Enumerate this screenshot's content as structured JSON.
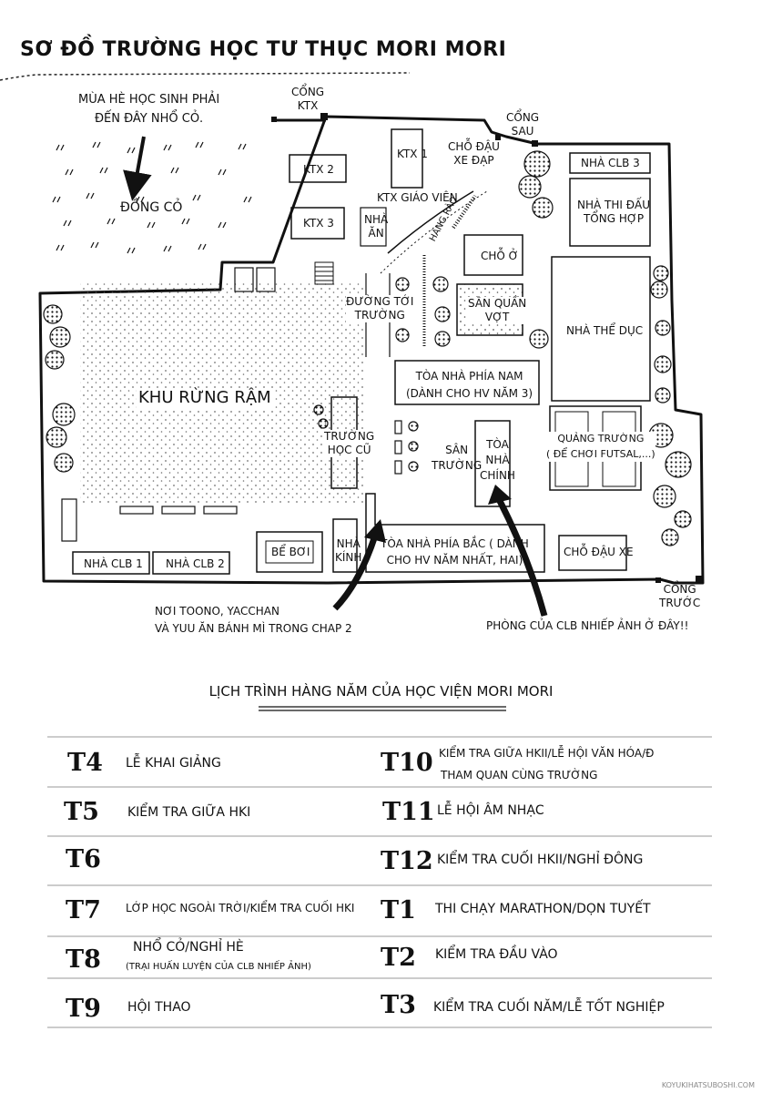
{
  "title": "SƠ ĐỒ TRƯỜNG HỌC TƯ THỤC MORI MORI",
  "map": {
    "gates": {
      "dorm": [
        "CỔNG",
        "KTX"
      ],
      "back": [
        "CỔNG",
        "SAU"
      ],
      "front": [
        "CỔNG",
        "TRƯỚC"
      ]
    },
    "note_grass": [
      "MÙA HÈ HỌC SINH PHẢI",
      "ĐẾN ĐÂY NHỔ CỎ."
    ],
    "grass_field": "ĐỒNG CỎ",
    "buildings": {
      "ktx1": "KTX 1",
      "ktx2": "KTX 2",
      "ktx3": "KTX 3",
      "ktx_teacher": "KTX GIÁO VIÊN",
      "dining": [
        "NHÀ",
        "ĂN"
      ],
      "bike_parking": [
        "CHỖ ĐẬU",
        "XE ĐẠP"
      ],
      "fence": "HÀNG RÀO",
      "housing": "CHỖ Ở",
      "tennis": [
        "SÂN QUẦN",
        "VỢT"
      ],
      "club_house_3": "NHÀ CLB 3",
      "arena": [
        "NHÀ THI ĐẤU",
        "TỔNG HỢP"
      ],
      "gym": "NHÀ THỂ DỤC",
      "road": [
        "ĐƯỜNG TỚI",
        "TRƯỜNG"
      ],
      "south_building": [
        "TÒA NHÀ PHÍA NAM",
        "(DÀNH CHO HV NĂM 3)"
      ],
      "forest": "KHU RỪNG RẬM",
      "old_school": [
        "TRƯỜNG",
        "HỌC CŨ"
      ],
      "schoolyard": [
        "SÂN",
        "TRƯỜNG"
      ],
      "main_building": [
        "TÒA",
        "NHÀ",
        "CHÍNH"
      ],
      "square": [
        "QUẢNG TRƯỜNG",
        "( ĐỂ CHƠI FUTSAL,...)"
      ],
      "pool": "BỂ BƠI",
      "glass_house": [
        "NHÀ",
        "KÍNH"
      ],
      "north_building": [
        "TÒA NHÀ PHÍA BẮC ( DÀNH",
        "CHO HV NĂM NHẤT, HAI)"
      ],
      "car_parking": "CHỖ ĐẬU XE",
      "club_house_1": "NHÀ CLB 1",
      "club_house_2": "NHÀ CLB 2"
    },
    "note_bread": [
      "NƠI TOONO, YACCHAN",
      "VÀ YUU ĂN BÁNH MÌ TRONG CHAP 2"
    ],
    "note_photo_club": "PHÒNG CỦA CLB NHIẾP ẢNH Ở ĐÂY!!"
  },
  "schedule": {
    "title": "LỊCH TRÌNH HÀNG NĂM CỦA HỌC VIỆN MORI MORI",
    "left": [
      {
        "month": "T4",
        "event": "LỄ KHAI GIẢNG",
        "sub": ""
      },
      {
        "month": "T5",
        "event": "KIỂM TRA GIỮA HKI",
        "sub": ""
      },
      {
        "month": "T6",
        "event": "",
        "sub": ""
      },
      {
        "month": "T7",
        "event": "LỚP HỌC NGOÀI TRỜI/KIỂM TRA CUỐI HKI",
        "sub": ""
      },
      {
        "month": "T8",
        "event": "NHỔ CỎ/NGHỈ HÈ",
        "sub": "(TRẠI HUẤN LUYỆN CỦA CLB NHIẾP ẢNH)"
      },
      {
        "month": "T9",
        "event": "HỘI THAO",
        "sub": ""
      }
    ],
    "right": [
      {
        "month": "T10",
        "event": "KIỂM TRA GIỮA HKII/LỄ HỘI VĂN HÓA/Đ",
        "sub": "THAM QUAN CÙNG TRƯỜNG"
      },
      {
        "month": "T11",
        "event": "LỄ HỘI ÂM NHẠC",
        "sub": ""
      },
      {
        "month": "T12",
        "event": "KIỂM TRA CUỐI HKII/NGHỈ ĐÔNG",
        "sub": ""
      },
      {
        "month": "T1",
        "event": "THI CHẠY MARATHON/DỌN TUYẾT",
        "sub": ""
      },
      {
        "month": "T2",
        "event": "KIỂM TRA ĐẦU VÀO",
        "sub": ""
      },
      {
        "month": "T3",
        "event": "KIỂM TRA CUỐI NĂM/LỄ TỐT NGHIỆP",
        "sub": ""
      }
    ]
  },
  "watermark": "KOYUKIHATSUBOSHI.COM"
}
